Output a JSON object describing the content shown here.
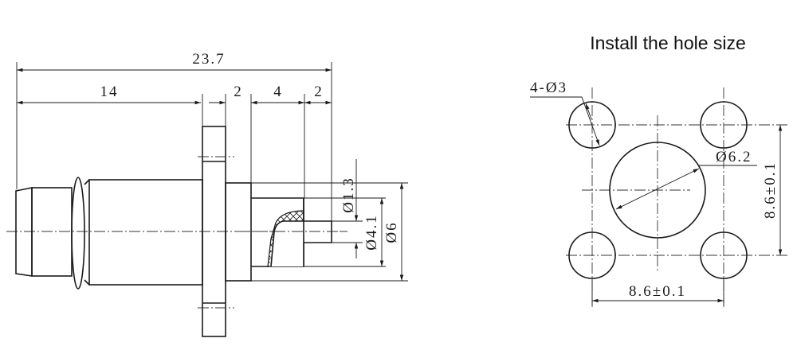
{
  "title": "Install the hole size",
  "side_view": {
    "dims": {
      "overall_length": "23.7",
      "body_length": "14",
      "flange_thickness": "2",
      "insulator_length": "4",
      "pin_length": "2",
      "pin_diameter": "Ø1.3",
      "insulator_diameter": "Ø4.1",
      "outer_diameter": "Ø6"
    }
  },
  "hole_view": {
    "mount_holes": "4-Ø3",
    "center_hole": "Ø6.2",
    "spacing_horizontal": "8.6±0.1",
    "spacing_vertical": "8.6±0.1"
  }
}
